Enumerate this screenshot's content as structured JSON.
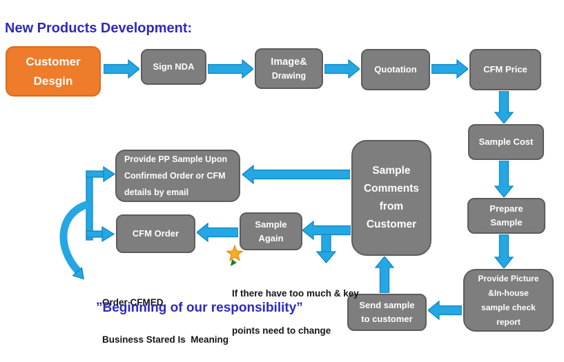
{
  "title": "New Products Development:",
  "nodes": {
    "customer_design": {
      "lines": [
        "Customer",
        "Desgin"
      ]
    },
    "sign_nda": {
      "lines": [
        "Sign NDA"
      ]
    },
    "image_drawing": {
      "lines": [
        "Image&",
        "Drawing"
      ]
    },
    "quotation": {
      "lines": [
        "Quotation"
      ]
    },
    "cfm_price": {
      "lines": [
        "CFM Price"
      ]
    },
    "sample_cost": {
      "lines": [
        "Sample Cost"
      ]
    },
    "prepare_sample": {
      "lines": [
        "Prepare",
        "Sample"
      ]
    },
    "provide_picture": {
      "lines": [
        "Provide Picture",
        "&In-house",
        "sample check",
        "report"
      ]
    },
    "send_sample": {
      "lines": [
        "Send sample",
        "to customer"
      ]
    },
    "sample_comments": {
      "lines": [
        "Sample",
        "Comments",
        "from",
        "Customer"
      ]
    },
    "provide_pp": {
      "lines": [
        "Provide PP Sample Upon",
        "Confirmed Order or CFM",
        "details by email"
      ]
    },
    "cfm_order": {
      "lines": [
        "CFM Order"
      ]
    },
    "sample_again": {
      "lines": [
        "Sample",
        "Again"
      ]
    }
  },
  "annotations": {
    "if_change_line1": "If there have too much & key",
    "if_change_line2": "points need to change",
    "order_line1": "Order CFMED",
    "order_line2": "Business Stared Is  Meaning",
    "beginning": "”Beginning of our responsibility”"
  },
  "icons": {
    "star": "gold-star-callout",
    "green_mark": "small-green-arrow"
  },
  "colors": {
    "accent_orange": "#EE7C2B",
    "node_gray": "#7E7E7E",
    "arrow_blue": "#24A7E2",
    "title_blue": "#2B28C8",
    "star_gold": "#FBAE17"
  }
}
